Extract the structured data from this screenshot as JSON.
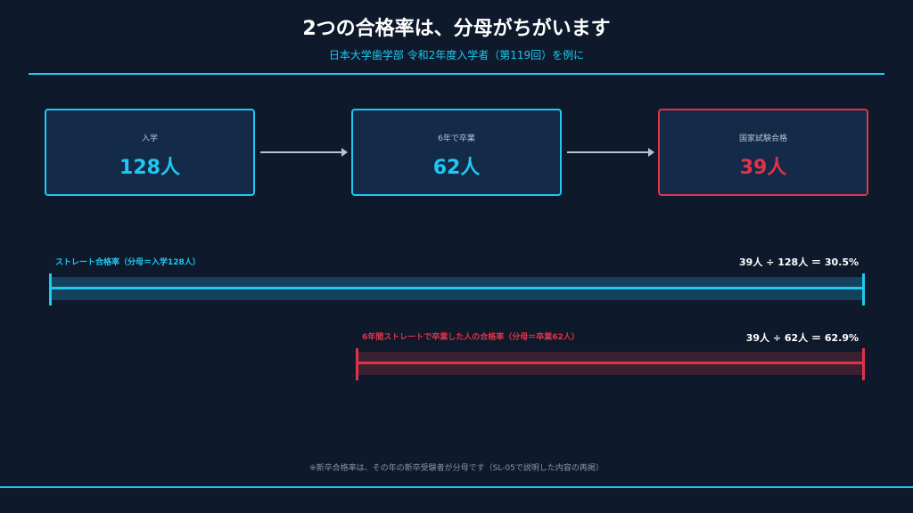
{
  "header": {
    "title": "2つの合格率は、分母がちがいます",
    "subtitle": "日本大学歯学部 令和2年度入学者（第119回）を例に"
  },
  "flow": [
    {
      "label": "入学",
      "value": "128人"
    },
    {
      "label": "6年で卒業",
      "value": "62人"
    },
    {
      "label": "国家試験合格",
      "value": "39人"
    }
  ],
  "rates": [
    {
      "label": "ストレート合格率（分母＝入学128人）",
      "calc": "39人 ÷ 128人 ＝ 30.5%",
      "color": "#1ec8f0"
    },
    {
      "label": "6年間ストレートで卒業した人の合格率（分母＝卒業62人）",
      "calc": "39人 ÷ 62人 ＝ 62.9%",
      "color": "#e0334a"
    }
  ],
  "footnote": "※新卒合格率は、その年の新卒受験者が分母です（SL-05で説明した内容の再掲）",
  "colors": {
    "background": "#0e1a2b",
    "accent": "#1ec8f0",
    "alert": "#e0334a"
  }
}
